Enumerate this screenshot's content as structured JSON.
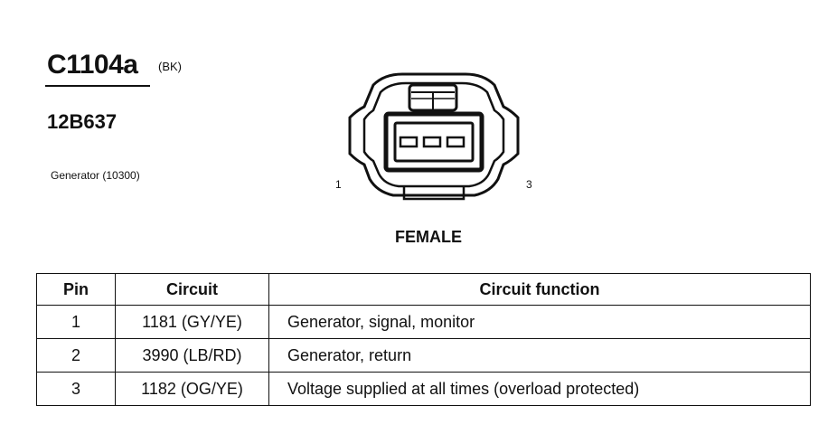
{
  "connector": {
    "id": "C1104a",
    "color": "(BK)",
    "part_number": "12B637",
    "component": "Generator (10300)",
    "gender": "FEMALE",
    "pin_label_left": "1",
    "pin_label_right": "3"
  },
  "table": {
    "headers": {
      "pin": "Pin",
      "circuit": "Circuit",
      "function": "Circuit function"
    },
    "rows": [
      {
        "pin": "1",
        "circuit": "1181 (GY/YE)",
        "function": "Generator, signal, monitor"
      },
      {
        "pin": "2",
        "circuit": "3990 (LB/RD)",
        "function": "Generator, return"
      },
      {
        "pin": "3",
        "circuit": "1182 (OG/YE)",
        "function": "Voltage supplied at all times (overload protected)"
      }
    ]
  }
}
